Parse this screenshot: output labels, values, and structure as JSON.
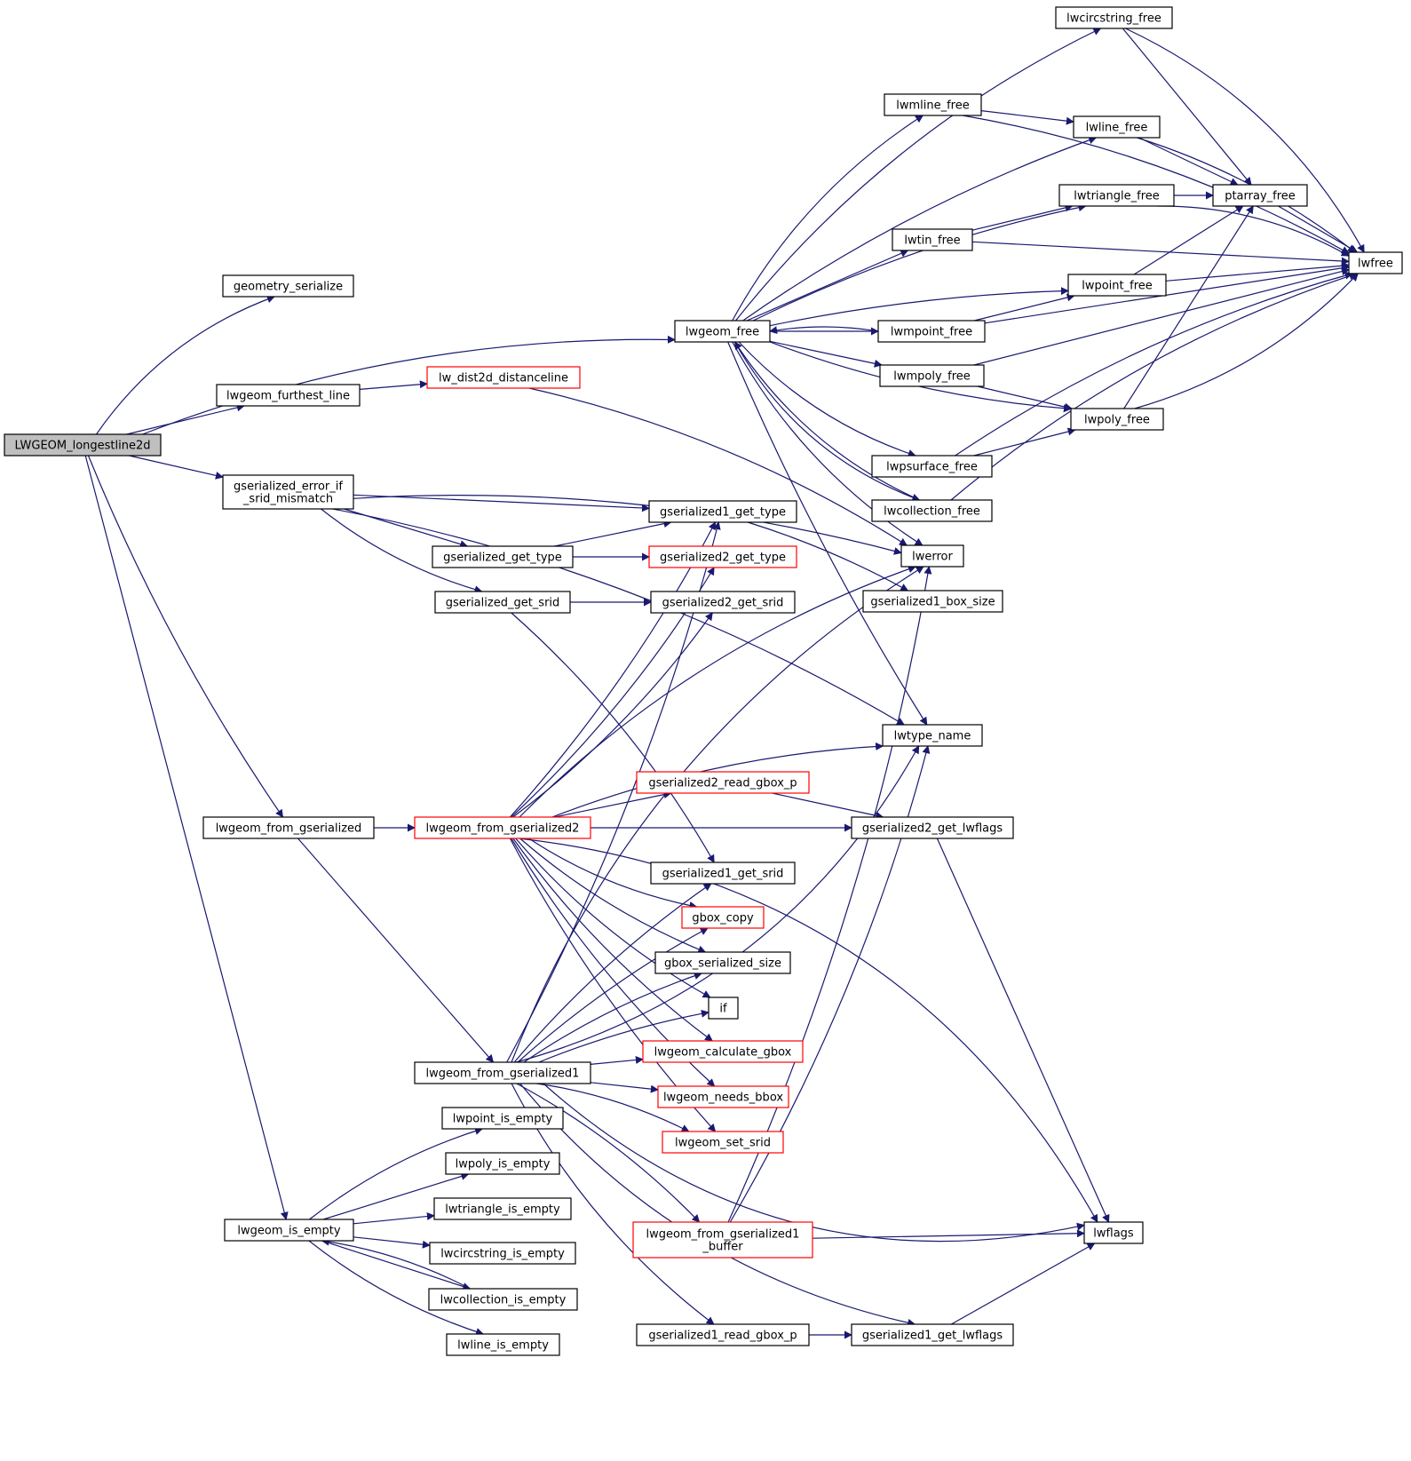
{
  "colors": {
    "edge": "#191970",
    "truncated_border": "#ff0000",
    "normal_border": "#000000",
    "root_fill": "#bfbfbf"
  },
  "nodes": {
    "root": {
      "lines": [
        "LWGEOM_longestline2d"
      ],
      "style": "root"
    },
    "geometry_serialize": {
      "lines": [
        "geometry_serialize"
      ]
    },
    "lwgeom_furthest_line": {
      "lines": [
        "lwgeom_furthest_line"
      ]
    },
    "gserialized_error_if_srid_mismatch": {
      "lines": [
        "gserialized_error_if",
        "_srid_mismatch"
      ]
    },
    "lwgeom_from_gserialized": {
      "lines": [
        "lwgeom_from_gserialized"
      ]
    },
    "lwgeom_is_empty": {
      "lines": [
        "lwgeom_is_empty"
      ]
    },
    "lw_dist2d_distanceline": {
      "lines": [
        "lw_dist2d_distanceline"
      ],
      "style": "truncated"
    },
    "gserialized_get_type": {
      "lines": [
        "gserialized_get_type"
      ]
    },
    "gserialized_get_srid": {
      "lines": [
        "gserialized_get_srid"
      ]
    },
    "lwgeom_from_gserialized2": {
      "lines": [
        "lwgeom_from_gserialized2"
      ],
      "style": "truncated"
    },
    "lwgeom_from_gserialized1": {
      "lines": [
        "lwgeom_from_gserialized1"
      ]
    },
    "lwpoint_is_empty": {
      "lines": [
        "lwpoint_is_empty"
      ]
    },
    "lwpoly_is_empty": {
      "lines": [
        "lwpoly_is_empty"
      ]
    },
    "lwtriangle_is_empty": {
      "lines": [
        "lwtriangle_is_empty"
      ]
    },
    "lwcircstring_is_empty": {
      "lines": [
        "lwcircstring_is_empty"
      ]
    },
    "lwcollection_is_empty": {
      "lines": [
        "lwcollection_is_empty"
      ]
    },
    "lwline_is_empty": {
      "lines": [
        "lwline_is_empty"
      ]
    },
    "lwgeom_free": {
      "lines": [
        "lwgeom_free"
      ]
    },
    "gserialized1_get_type": {
      "lines": [
        "gserialized1_get_type"
      ]
    },
    "gserialized2_get_type": {
      "lines": [
        "gserialized2_get_type"
      ],
      "style": "truncated"
    },
    "gserialized2_get_srid": {
      "lines": [
        "gserialized2_get_srid"
      ]
    },
    "gserialized2_read_gbox_p": {
      "lines": [
        "gserialized2_read_gbox_p"
      ],
      "style": "truncated"
    },
    "gserialized1_get_srid": {
      "lines": [
        "gserialized1_get_srid"
      ]
    },
    "gbox_copy": {
      "lines": [
        "gbox_copy"
      ],
      "style": "truncated"
    },
    "gbox_serialized_size": {
      "lines": [
        "gbox_serialized_size"
      ]
    },
    "if": {
      "lines": [
        "if"
      ]
    },
    "lwgeom_calculate_gbox": {
      "lines": [
        "lwgeom_calculate_gbox"
      ],
      "style": "truncated"
    },
    "lwgeom_needs_bbox": {
      "lines": [
        "lwgeom_needs_bbox"
      ],
      "style": "truncated"
    },
    "lwgeom_set_srid": {
      "lines": [
        "lwgeom_set_srid"
      ],
      "style": "truncated"
    },
    "lwgeom_from_gserialized1_buffer": {
      "lines": [
        "lwgeom_from_gserialized1",
        "_buffer"
      ],
      "style": "truncated"
    },
    "gserialized1_read_gbox_p": {
      "lines": [
        "gserialized1_read_gbox_p"
      ]
    },
    "lwcircstring_free": {
      "lines": [
        "lwcircstring_free"
      ]
    },
    "lwmline_free": {
      "lines": [
        "lwmline_free"
      ]
    },
    "lwtin_free": {
      "lines": [
        "lwtin_free"
      ]
    },
    "lwmpoint_free": {
      "lines": [
        "lwmpoint_free"
      ]
    },
    "lwmpoly_free": {
      "lines": [
        "lwmpoly_free"
      ]
    },
    "lwpsurface_free": {
      "lines": [
        "lwpsurface_free"
      ]
    },
    "lwcollection_free": {
      "lines": [
        "lwcollection_free"
      ]
    },
    "lwerror": {
      "lines": [
        "lwerror"
      ]
    },
    "gserialized1_box_size": {
      "lines": [
        "gserialized1_box_size"
      ]
    },
    "lwtype_name": {
      "lines": [
        "lwtype_name"
      ]
    },
    "gserialized2_get_lwflags": {
      "lines": [
        "gserialized2_get_lwflags"
      ]
    },
    "gserialized1_get_lwflags": {
      "lines": [
        "gserialized1_get_lwflags"
      ]
    },
    "lwline_free": {
      "lines": [
        "lwline_free"
      ]
    },
    "lwtriangle_free": {
      "lines": [
        "lwtriangle_free"
      ]
    },
    "lwpoint_free": {
      "lines": [
        "lwpoint_free"
      ]
    },
    "lwpoly_free": {
      "lines": [
        "lwpoly_free"
      ]
    },
    "lwflags": {
      "lines": [
        "lwflags"
      ]
    },
    "ptarray_free": {
      "lines": [
        "ptarray_free"
      ]
    },
    "lwfree": {
      "lines": [
        "lwfree"
      ]
    }
  }
}
